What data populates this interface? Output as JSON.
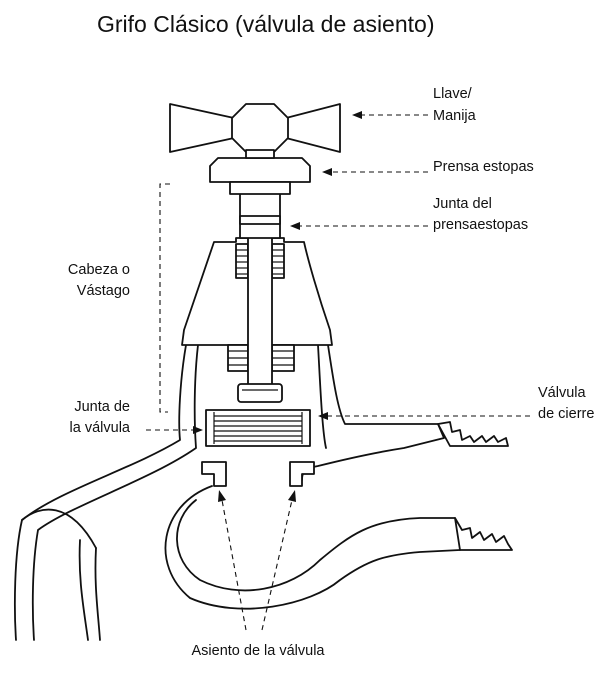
{
  "title": "Grifo Clásico (válvula de asiento)",
  "labels": {
    "handle_line1": "Llave/",
    "handle_line2": "Manija",
    "gland": "Prensa estopas",
    "packing_line1": "Junta del",
    "packing_line2": "prensaestopas",
    "head_line1": "Cabeza o",
    "head_line2": "Vástago",
    "washer_line1": "Junta de",
    "washer_line2": "la válvula",
    "jumper_line1": "Válvula",
    "jumper_line2": "de cierre",
    "seat": "Asiento de la válvula"
  },
  "colors": {
    "ink": "#111111",
    "background": "#ffffff"
  }
}
